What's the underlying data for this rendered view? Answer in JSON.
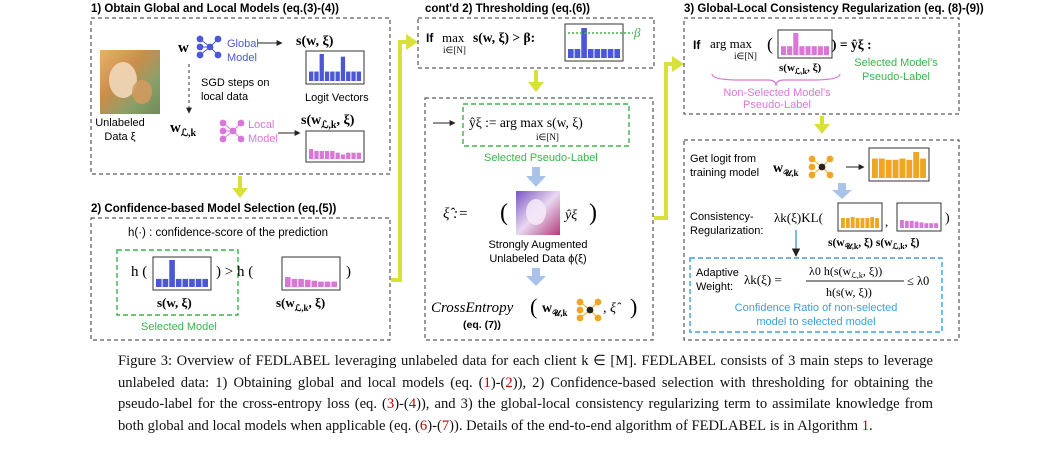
{
  "colors": {
    "global_blue": "#4b57d6",
    "local_pink": "#d977d8",
    "selected_green": "#39b54a",
    "arrow_yellow": "#d8e03a",
    "arrow_lightblue": "#a9c4e8",
    "orange": "#f0a623",
    "dash_blue": "#3d9ee0",
    "caption_ref_red": "#c00000"
  },
  "diagram": {
    "panel1": {
      "title": "1) Obtain Global and Local Models (eq.(3)-(4))",
      "unlabeled_data": "Unlabeled",
      "unlabeled_data2": "Data ξ",
      "w": "w",
      "global_model": "Global",
      "global_model2": "Model",
      "sgd": "SGD steps on",
      "sgd2": "local data",
      "wlk": "w",
      "wlk_sub": "ℒ,k",
      "local_model": "Local",
      "local_model2": "Model",
      "s_global": "s(w, ξ)",
      "s_local": "s(w",
      "s_local_sub": "ℒ,k",
      "s_local_end": ", ξ)",
      "logit_vectors": "Logit Vectors",
      "global_bars": [
        0.35,
        0.35,
        1.0,
        0.35,
        0.35,
        0.35,
        0.9,
        0.35,
        0.35,
        0.35
      ],
      "local_bars": [
        0.55,
        0.45,
        0.45,
        0.45,
        0.45,
        0.35,
        0.25,
        0.35,
        0.35,
        0.35
      ]
    },
    "panel2": {
      "title": "2) Confidence-based Model Selection (eq.(5))",
      "h_def": "h(·) : confidence-score of the prediction",
      "h": "h (",
      "gt_h": ") > h (",
      "close": ")",
      "s_global": "s(w, ξ)",
      "s_local": "s(w",
      "s_local_sub": "ℒ,k",
      "s_local_end": ", ξ)",
      "selected_model": "Selected Model",
      "global_bars": [
        0.3,
        0.3,
        1.0,
        0.3,
        0.3,
        0.3,
        0.3,
        0.3
      ],
      "local_bars": [
        0.55,
        0.45,
        0.45,
        0.4,
        0.35,
        0.3,
        0.3,
        0.3
      ]
    },
    "panel_threshold": {
      "title": "cont'd 2) Thresholding (eq.(6))",
      "if_max": "If",
      "max": "max",
      "max_sub": "i∈[N]",
      "expr": "s(w, ξ) > β:",
      "beta": "β",
      "bars": [
        0.3,
        0.3,
        1.0,
        0.3,
        0.3,
        0.3,
        0.3,
        0.3
      ]
    },
    "panel_pseudo": {
      "yhat_def": "ŷξ := arg max s(w, ξ)",
      "argmax_sub": "i∈[N]",
      "selected_pseudo_label": "Selected Pseudo-Label",
      "xi_hat": "ξ̂ :=",
      "yhat": "ŷξ",
      "strong_aug": "Strongly Augmented",
      "strong_aug2": "Unlabeled Data ϕ(ξ)",
      "cross_entropy": "CrossEntropy",
      "w_u": "w",
      "w_u_sub": "𝒰,k",
      "xi_hat2": ", ξ̂",
      "eq7": "(eq. (7))"
    },
    "panel3": {
      "title": "3) Global-Local Consistency Regularization (eq. (8)-(9))",
      "if_argmax": "If",
      "argmax": "arg max",
      "argmax_sub": "i∈[N]",
      "eq_yhat": ") = ŷξ :",
      "s_local": "s(w",
      "s_local_sub": "ℒ,k",
      "s_local_end": ", ξ)",
      "selected_models_pl": "Selected Model's",
      "selected_models_pl2": "Pseudo-Label",
      "non_selected": "Non-Selected Model's",
      "non_selected2": "Pseudo-Label",
      "bars": [
        0.4,
        0.4,
        1.0,
        0.4,
        0.4,
        0.4,
        0.4,
        0.4
      ]
    },
    "panel_consistency": {
      "get_logit": "Get logit from",
      "get_logit2": "training model",
      "w_u": "w",
      "w_u_sub": "𝒰,k",
      "consistency": "Consistency-",
      "consistency2": "Regularization:",
      "lambda_kl": "λk(ξ)KL(",
      "s_u": "s(w",
      "s_u_sub": "𝒰,k",
      "s_u_end": ", ξ) s(w",
      "s_l_sub": "ℒ,k",
      "s_l_end": ", ξ)",
      "adaptive": "Adaptive",
      "adaptive2": "Weight:",
      "lambda_eq": "λk(ξ) =",
      "num": "λ0 h(s(w",
      "num_sub": "ℒ,k",
      "num_end": ", ξ))",
      "den": "h(s(w, ξ))",
      "le": "≤ λ0",
      "conf_ratio": "Confidence Ratio of non-selected",
      "conf_ratio2": "model to selected model",
      "orange_bars": [
        0.75,
        0.75,
        0.7,
        0.7,
        0.75,
        0.7,
        1.0,
        0.75
      ],
      "orange_small_bars": [
        0.5,
        0.5,
        0.55,
        0.5,
        0.5,
        0.5,
        0.55,
        0.5
      ],
      "pink_small_bars": [
        0.5,
        0.45,
        0.45,
        0.4,
        0.35,
        0.3,
        0.3,
        0.3
      ]
    }
  },
  "caption": {
    "fig": "Figure 3: Overview of ",
    "fedlabel": "FEDLABEL",
    "p1": " leveraging unlabeled data for each client k ∈ [M]. ",
    "fedlabel2": "FEDLABEL",
    "p2": " consists of 3 main steps to leverage unlabeled data: 1) Obtaining global and local models (eq. (",
    "r1": "1",
    "p3": ")-(",
    "r2": "2",
    "p4": ")), 2) Confidence-based selection with thresholding for obtaining the pseudo-label for the cross-entropy loss (eq. (",
    "r3": "3",
    "p5": ")-(",
    "r4": "4",
    "p6": ")), and 3) the global-local consistency regularizing term to assimilate knowledge from both global and local models when applicable (eq. (",
    "r6": "6",
    "p7": ")-(",
    "r7": "7",
    "p8": ")). Details of the end-to-end algorithm of ",
    "fedlabel3": "FEDLABEL",
    "p9": " is in Algorithm ",
    "r8": "1",
    "p10": "."
  }
}
